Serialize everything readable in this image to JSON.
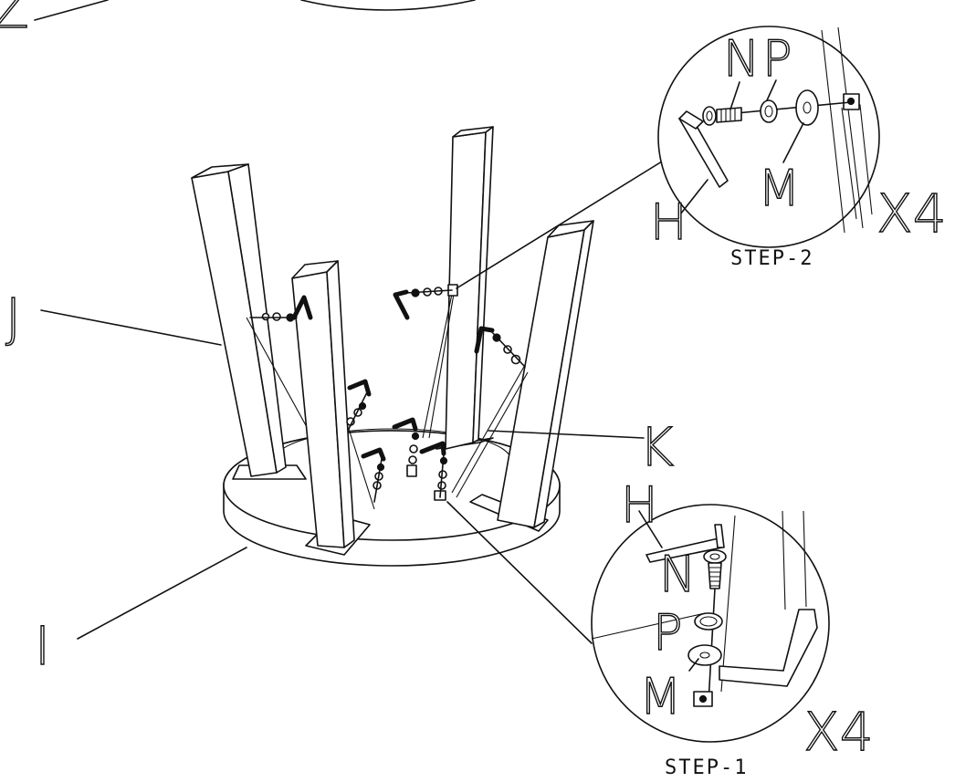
{
  "labels": {
    "top_left": "Z",
    "J": "J",
    "I": "I",
    "K": "K",
    "step2_N": "N",
    "step2_P": "P",
    "step2_M": "M",
    "step2_H": "H",
    "step2_qty": "X4",
    "step2_title": "STEP-2",
    "step1_H": "H",
    "step1_N": "N",
    "step1_P": "P",
    "step1_M": "M",
    "step1_qty": "X4",
    "step1_title": "STEP-1"
  }
}
